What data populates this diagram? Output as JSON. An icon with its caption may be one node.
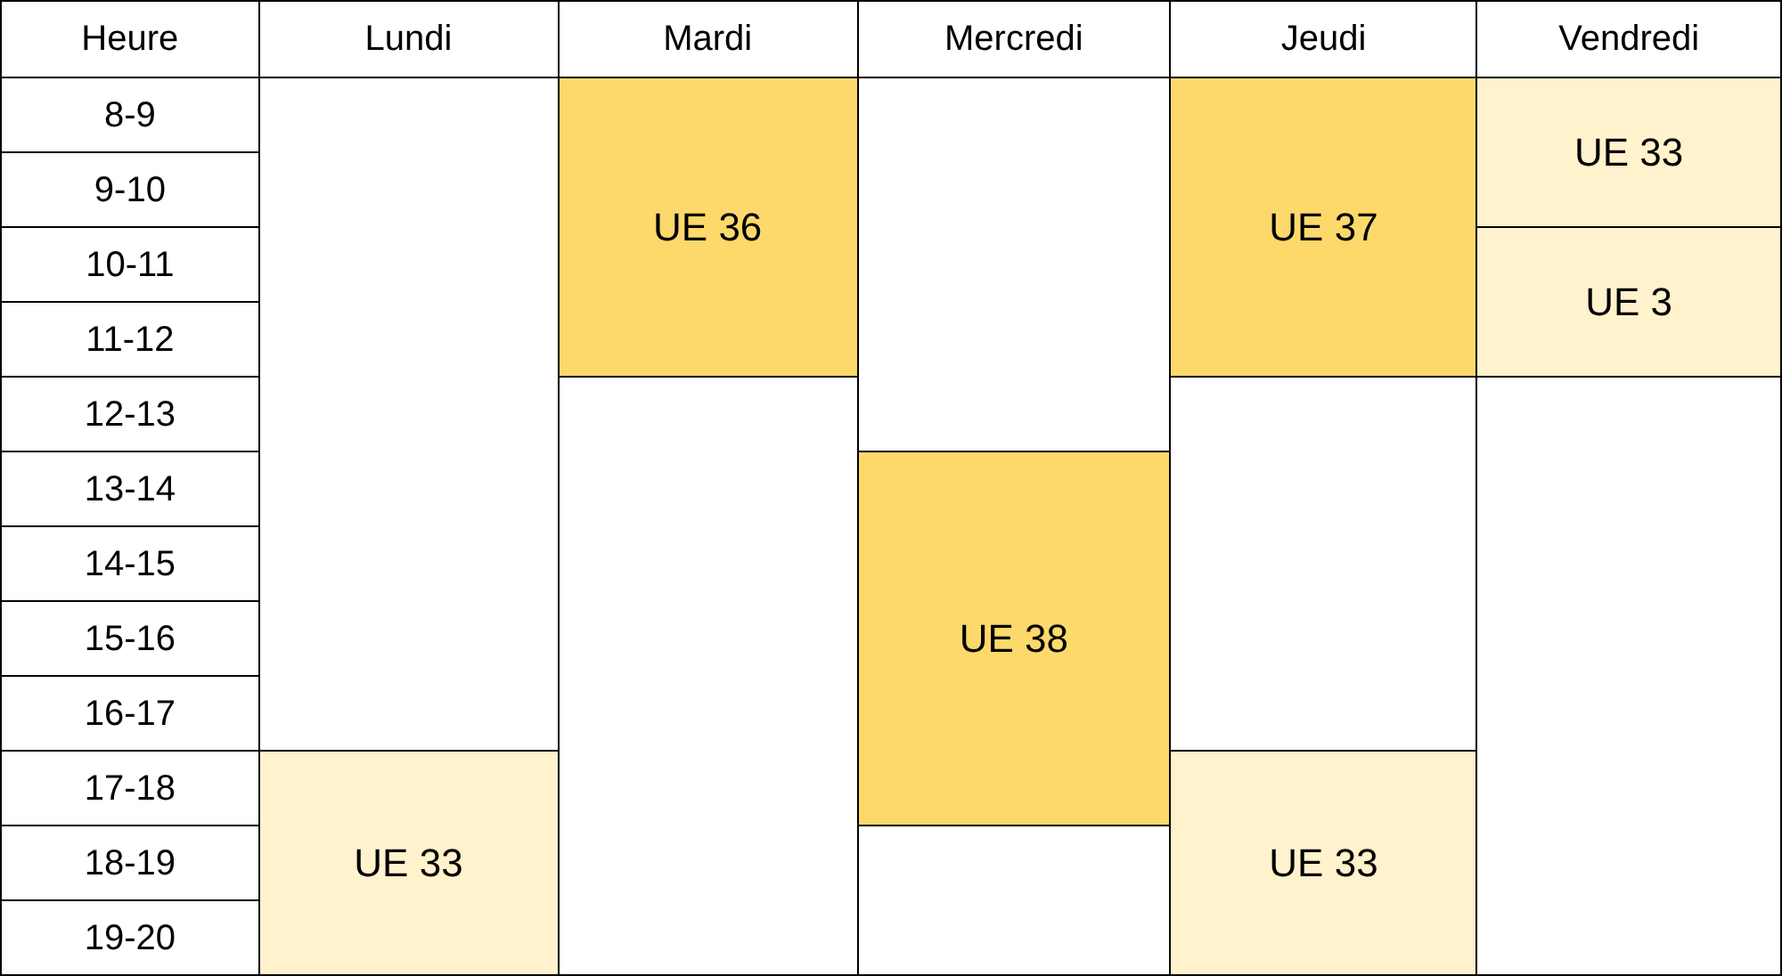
{
  "diagram": {
    "nodes": [
      {
        "text": [],
        "shape": "box"
      },
      {
        "text": [
          "UE 36"
        ]
      },
      {
        "text": [],
        "shape": "box"
      },
      {
        "text": [
          "UE 37"
        ]
      },
      {
        "text": [
          "UE 33"
        ]
      },
      {
        "text": [
          "UE 3"
        ]
      },
      {
        "text": [],
        "shape": "box"
      },
      {
        "text": [],
        "shape": "box"
      },
      {
        "text": [],
        "shape": "box"
      },
      {
        "text": [
          "UE 38"
        ]
      },
      {
        "text": [
          "UE 33"
        ]
      },
      {
        "text": [
          "UE 33"
        ]
      },
      {
        "text": [],
        "shape": "box"
      }
    ],
    "labels": [
      "Heure",
      "Lundi",
      "Mardi",
      "Mercredi",
      "Jeudi",
      "Vendredi",
      "8-9",
      "9-10",
      "10-11",
      "11-12",
      "12-13",
      "13-14",
      "14-15",
      "15-16",
      "16-17",
      "17-18",
      "18-19",
      "19-20"
    ]
  }
}
